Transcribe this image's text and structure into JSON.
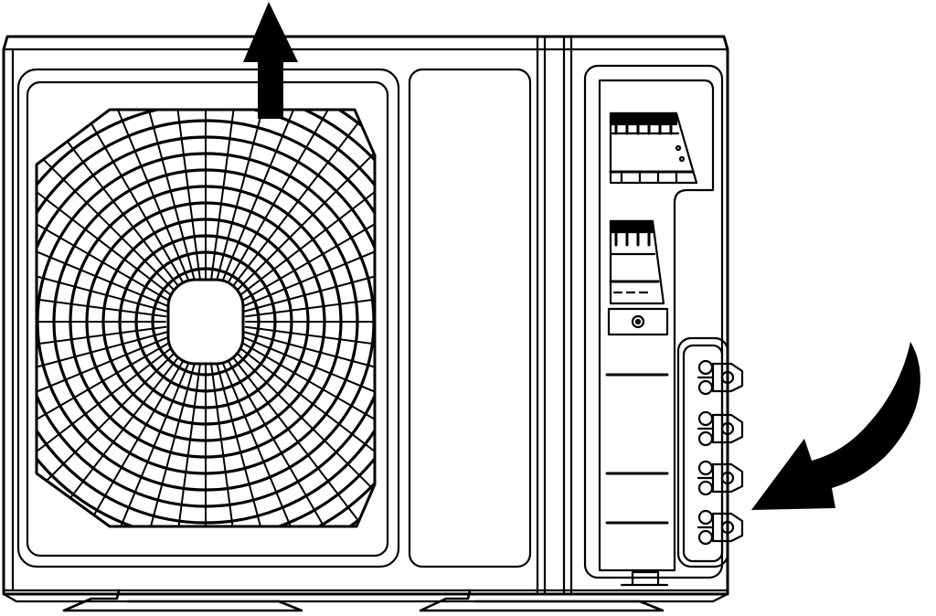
{
  "figure": {
    "subject": "outdoor-air-conditioner-unit",
    "colors": {
      "line": "#000000",
      "background": "#ffffff"
    },
    "fan_grille": {
      "rings": 14,
      "spokes": 48
    },
    "service_valves": 4,
    "indicators": [
      {
        "name": "airflow-exhaust-arrow",
        "direction": "up"
      },
      {
        "name": "airflow-intake-arrow",
        "direction": "down-left"
      }
    ]
  }
}
